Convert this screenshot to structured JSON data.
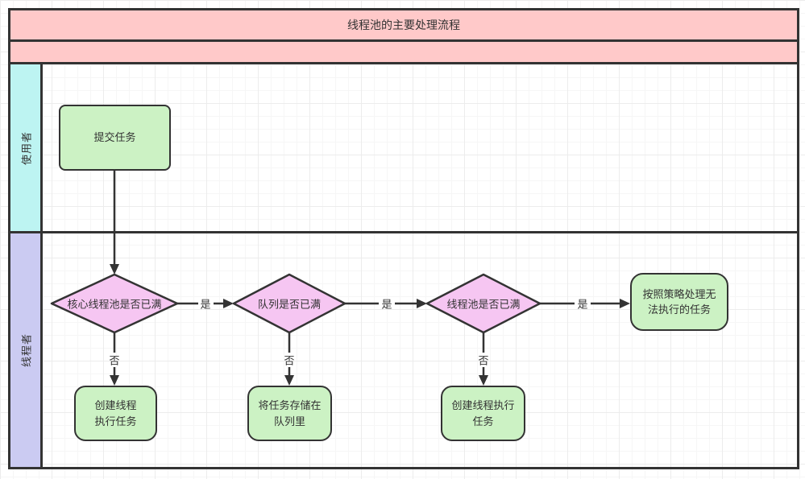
{
  "diagram": {
    "title": "线程池的主要处理流程",
    "lanes": [
      {
        "label": "使用者"
      },
      {
        "label": "线程者"
      }
    ],
    "nodes": {
      "submit_task": "提交任务",
      "core_pool_full": "核心线程池是否已满",
      "queue_full": "队列是否已满",
      "pool_full": "线程池是否已满",
      "policy_handle": "按照策略处理无法执行的任务",
      "create_thread_1": "创建线程执行任务",
      "store_in_queue": "将任务存储在队列里",
      "create_thread_2": "创建线程执行任务"
    },
    "edge_labels": {
      "yes": "是",
      "no": "否"
    },
    "colors": {
      "header_fill": "#FFC9C9",
      "lane_user_fill": "#BDF4F2",
      "lane_thread_fill": "#CBCBF2",
      "process_fill": "#CCF2C4",
      "decision_fill": "#F6C6F2",
      "stroke": "#333333",
      "grid_line": "#ECECEC"
    }
  }
}
